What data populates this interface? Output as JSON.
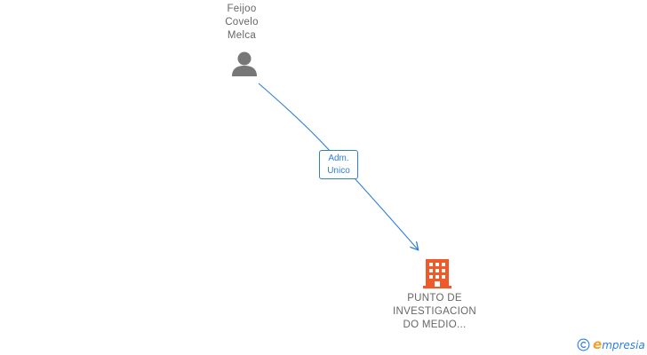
{
  "nodes": {
    "person": {
      "name_lines": [
        "Feijoo",
        "Covelo",
        "Melca"
      ],
      "icon": "person-icon",
      "icon_color": "#777777"
    },
    "company": {
      "name_lines": [
        "PUNTO DE",
        "INVESTIGACION",
        "DO MEDIO..."
      ],
      "icon": "building-icon",
      "icon_color": "#f05a28"
    }
  },
  "edges": [
    {
      "from": "person",
      "to": "company",
      "label_lines": [
        "Adm.",
        "Unico"
      ],
      "color": "#2f7fd8"
    }
  ],
  "footer": {
    "copyright_symbol": "©",
    "brand_first_letter": "e",
    "brand_rest": "mpresia",
    "brand_color": "#2f7fd8",
    "brand_accent_color": "#f0a22c"
  }
}
